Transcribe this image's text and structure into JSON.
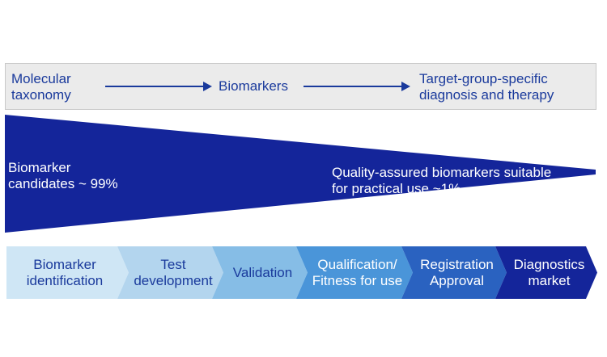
{
  "flow": {
    "molecular_taxonomy": [
      "Molecular",
      "taxonomy"
    ],
    "biomarkers": "Biomarkers",
    "target_group": [
      "Target-group-specific",
      "diagnosis and therapy"
    ]
  },
  "funnel": {
    "left_label": [
      "Biomarker",
      "candidates ~ 99%"
    ],
    "right_label": [
      "Quality-assured biomarkers suitable",
      "for practical use ~1%"
    ],
    "color": "#14259a"
  },
  "steps": [
    {
      "lines": [
        "Biomarker",
        "identification"
      ],
      "color": "#cfe6f5",
      "text_color": "#1a3a9c"
    },
    {
      "lines": [
        "Test",
        "development"
      ],
      "color": "#b3d5ee",
      "text_color": "#1a3a9c"
    },
    {
      "lines": [
        "Validation"
      ],
      "color": "#86bde6",
      "text_color": "#1a3a9c"
    },
    {
      "lines": [
        "Qualification/",
        "Fitness for use"
      ],
      "color": "#4a95d9",
      "text_color": "#ffffff"
    },
    {
      "lines": [
        "Registration",
        "Approval"
      ],
      "color": "#2a62c0",
      "text_color": "#ffffff"
    },
    {
      "lines": [
        "Diagnostics",
        "market"
      ],
      "color": "#14259a",
      "text_color": "#ffffff"
    }
  ]
}
